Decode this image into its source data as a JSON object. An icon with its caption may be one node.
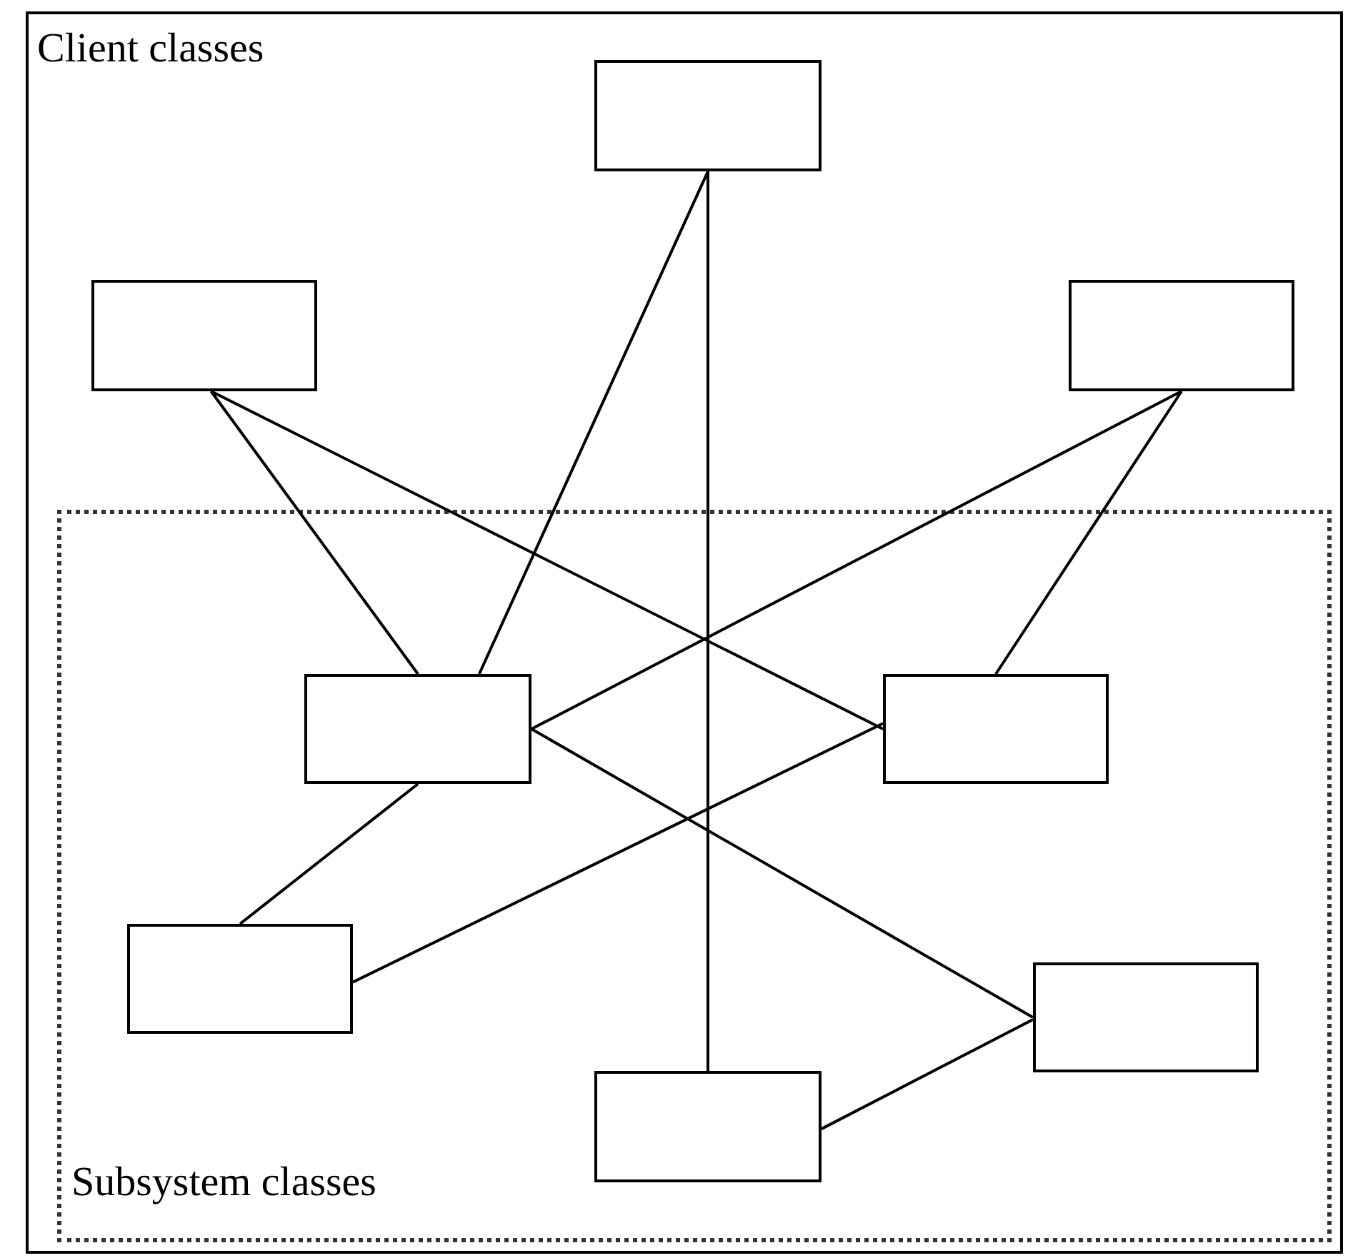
{
  "diagram": {
    "nodes": [
      {
        "text": [
          "Client classes"
        ]
      },
      {
        "text": [
          "Subsystem classes"
        ],
        "in": 0
      },
      {
        "text": [],
        "shape": "box",
        "in": 0
      },
      {
        "text": [],
        "shape": "box",
        "in": 0
      },
      {
        "text": [],
        "shape": "box",
        "in": 0
      },
      {
        "text": [],
        "shape": "box",
        "in": 1
      },
      {
        "text": [],
        "shape": "box",
        "in": 1
      },
      {
        "text": [],
        "shape": "box",
        "in": 1
      },
      {
        "text": [],
        "shape": "box",
        "in": 1
      },
      {
        "text": [],
        "shape": "box",
        "in": 1
      }
    ],
    "edges": [
      {
        "from": 2,
        "to": 9,
        "arrow": "none"
      },
      {
        "from": 2,
        "to": 5,
        "arrow": "none"
      },
      {
        "from": 3,
        "to": 5,
        "arrow": "none"
      },
      {
        "from": 3,
        "to": 6,
        "arrow": "none"
      },
      {
        "from": 4,
        "to": 5,
        "arrow": "none"
      },
      {
        "from": 4,
        "to": 6,
        "arrow": "none"
      },
      {
        "from": 5,
        "to": 8,
        "arrow": "none"
      },
      {
        "from": 5,
        "to": 7,
        "arrow": "none"
      },
      {
        "from": 6,
        "to": 7,
        "arrow": "none"
      },
      {
        "from": 8,
        "to": 9,
        "arrow": "none"
      }
    ]
  }
}
